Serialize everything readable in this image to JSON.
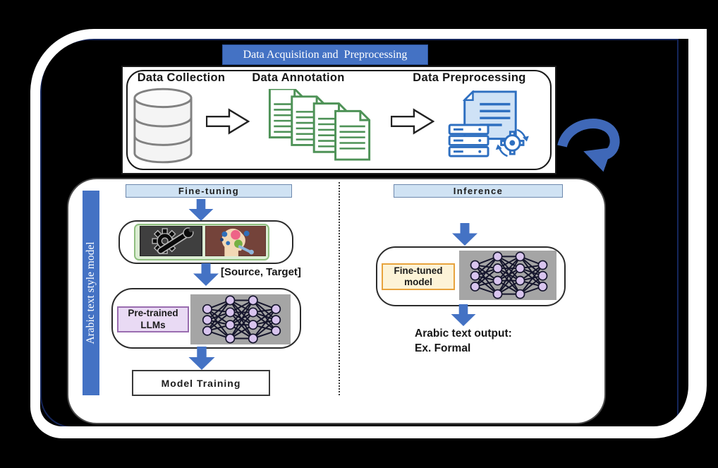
{
  "colors": {
    "accent": "#4472c4",
    "navy": "#14255a",
    "header_fill": "#cfe2f3",
    "green_doc": "#4e9257",
    "icon_blue": "#2e6fc0",
    "lavender_fill": "#e9daf4",
    "lavender_border": "#9a6db0",
    "cream_fill": "#fdf3d7",
    "cream_border": "#e8a33d",
    "net_bg": "#a5a5a5",
    "node_fill": "#d8c4ee",
    "edge_color": "#15152c"
  },
  "top": {
    "header": "Data Acquisition and  Preprocessing",
    "steps": [
      {
        "label": "Data Collection",
        "icon": "database-icon"
      },
      {
        "label": "Data Annotation",
        "icon": "documents-icon"
      },
      {
        "label": "Data Preprocessing",
        "icon": "server-gear-icon"
      }
    ]
  },
  "panel": {
    "side_label": "Arabic text style model",
    "finetuning": {
      "header": "Fine-tuning",
      "source_target_label": "[Source, Target]",
      "pretrained_line1": "Pre-trained",
      "pretrained_line2": "LLMs",
      "training_label": "Model Training"
    },
    "inference": {
      "header": "Inference",
      "finetuned_line1": "Fine-tuned",
      "finetuned_line2": "model",
      "output_line1": "Arabic text output:",
      "output_line2": "Ex. Formal"
    }
  },
  "icons": [
    "database-icon",
    "right-arrow-icon",
    "documents-icon",
    "server-gear-icon",
    "curved-arrow-icon",
    "down-arrow-icon",
    "gear-wrench-icon",
    "head-gears-icon",
    "neural-network-icon"
  ]
}
